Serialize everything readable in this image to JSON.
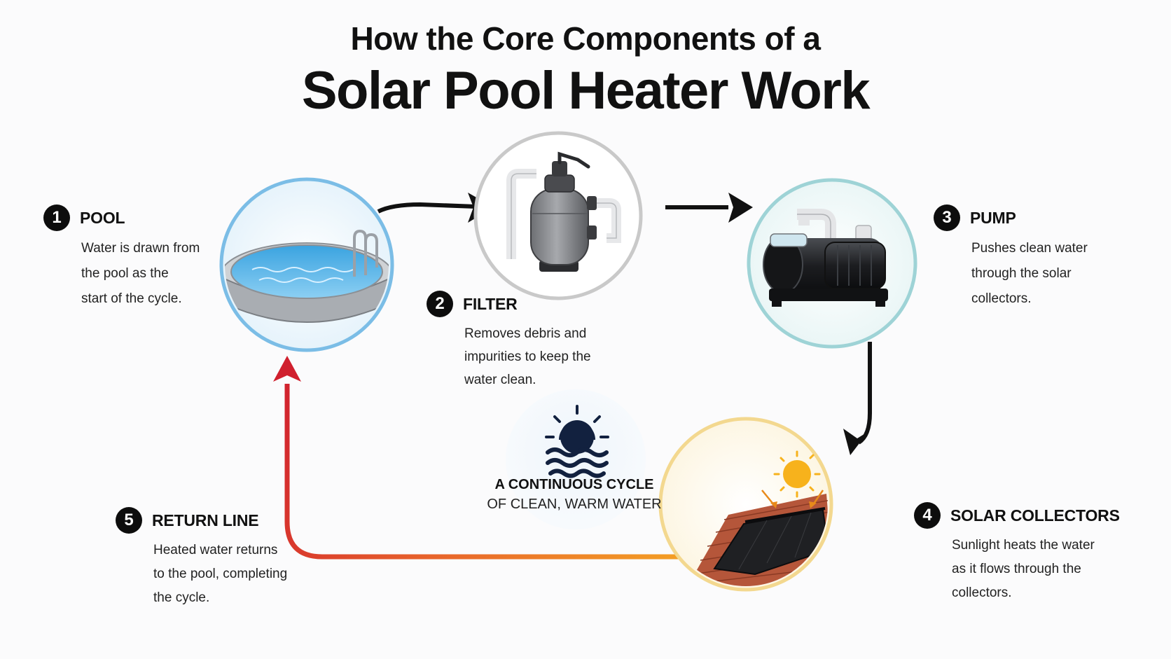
{
  "title": {
    "line1": "How the Core Components of a",
    "line2": "Solar Pool Heater Work"
  },
  "steps": [
    {
      "number": "1",
      "title": "POOL",
      "lines": [
        "Water is drawn from",
        "the pool as the",
        "start of the cycle."
      ]
    },
    {
      "number": "2",
      "title": "FILTER",
      "lines": [
        "Removes debris and",
        "impurities to keep the",
        "water clean."
      ]
    },
    {
      "number": "3",
      "title": "PUMP",
      "lines": [
        "Pushes clean water",
        "through the solar",
        "collectors."
      ]
    },
    {
      "number": "4",
      "title": "SOLAR COLLECTORS",
      "lines": [
        "Sunlight heats the water",
        "as it flows through the",
        "collectors."
      ]
    },
    {
      "number": "5",
      "title": "RETURN LINE",
      "lines": [
        "Heated water returns",
        "to the pool, completing",
        "the cycle."
      ]
    }
  ],
  "center": {
    "line1": "A CONTINUOUS CYCLE",
    "line2": "OF CLEAN, WARM WATER",
    "icon": "sun-over-water-icon"
  },
  "icons": {
    "pool": "pool-icon",
    "filter": "sand-filter-icon",
    "pump": "pool-pump-icon",
    "collectors": "solar-panel-roof-icon"
  },
  "colors": {
    "pool_ring": "#7bbde6",
    "filter_ring": "#c9c9c9",
    "pump_ring": "#9ed3d6",
    "collector_ring": "#f3d88f",
    "return_start": "#f5a623",
    "return_end": "#d0202e",
    "flow_arrow": "#111111",
    "sun": "#f7b21c"
  }
}
